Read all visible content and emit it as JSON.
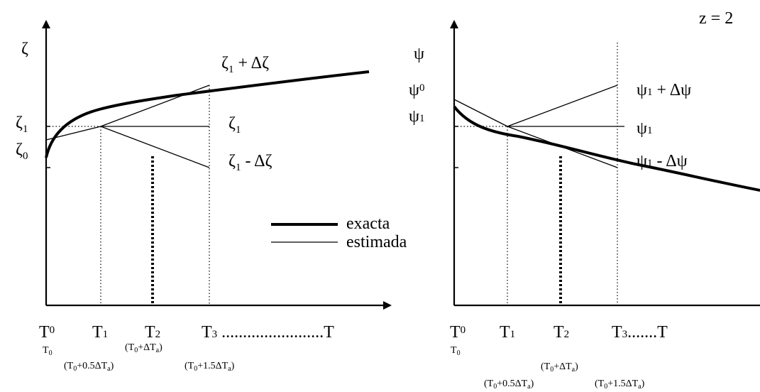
{
  "z_label": "z = 2",
  "left": {
    "y_axis_symbol": "ζ",
    "labels": {
      "zeta1": "ζ",
      "zeta1_sub": "1",
      "zeta0": "ζ",
      "zeta0_sub": "0",
      "plus": "ζ",
      "plus_sub": "1",
      "plus_rest": " + Δζ",
      "mid": "ζ",
      "mid_sub": "1",
      "minus": "ζ",
      "minus_sub": "1",
      "minus_rest": " - Δζ"
    },
    "x_axis": {
      "T0": "T",
      "T0_sub": "0",
      "T1": "T",
      "T1_sub": "1",
      "T2": "T",
      "T2_sub": "2",
      "T3": "T",
      "T3_sub": "3",
      "T3_rest": " ........................T",
      "t0_small": "T",
      "t0_small_sub": "0",
      "t1_small_a": "(T",
      "t1_small_sub": "0",
      "t1_small_b": "+0.5ΔT",
      "t1_small_sub2": "a",
      "t1_small_c": ")",
      "t2_small_a": "(T",
      "t2_small_sub": "0",
      "t2_small_b": "+ΔT",
      "t2_small_sub2": "a",
      "t2_small_c": ")",
      "t3_small_a": "(T",
      "t3_small_sub": "0",
      "t3_small_b": "+1.5ΔT",
      "t3_small_sub2": "a",
      "t3_small_c": ")"
    }
  },
  "legend": {
    "exact": "exacta",
    "estimated": "estimada"
  },
  "right": {
    "y_axis_symbol": "ψ",
    "labels": {
      "psi0": "ψ",
      "psi0_sub": "0",
      "psi1": "ψ",
      "psi1_sub": "1",
      "plus": "ψ",
      "plus_sub": "1",
      "plus_rest": " + Δψ",
      "mid": "ψ",
      "mid_sub": "1",
      "minus": "ψ",
      "minus_sub": "1",
      "minus_rest": " - Δψ"
    },
    "x_axis": {
      "T0": "T",
      "T0_sub": "0",
      "T1": "T",
      "T1_sub": "1",
      "T2": "T",
      "T2_sub": "2",
      "T3": "T",
      "T3_sub": "3",
      "T3_rest": ".......T",
      "t0_small": "T",
      "t0_small_sub": "0",
      "t1_small_a": "(T",
      "t1_small_sub": "0",
      "t1_small_b": "+0.5ΔT",
      "t1_small_sub2": "a",
      "t1_small_c": ")",
      "t2_small_a": "(T",
      "t2_small_sub": "0",
      "t2_small_b": "+ΔT",
      "t2_small_sub2": "a",
      "t2_small_c": ")",
      "t3_small_a": "(T",
      "t3_small_sub": "0",
      "t3_small_b": "+1.5ΔT",
      "t3_small_sub2": "a",
      "t3_small_c": ")"
    }
  }
}
